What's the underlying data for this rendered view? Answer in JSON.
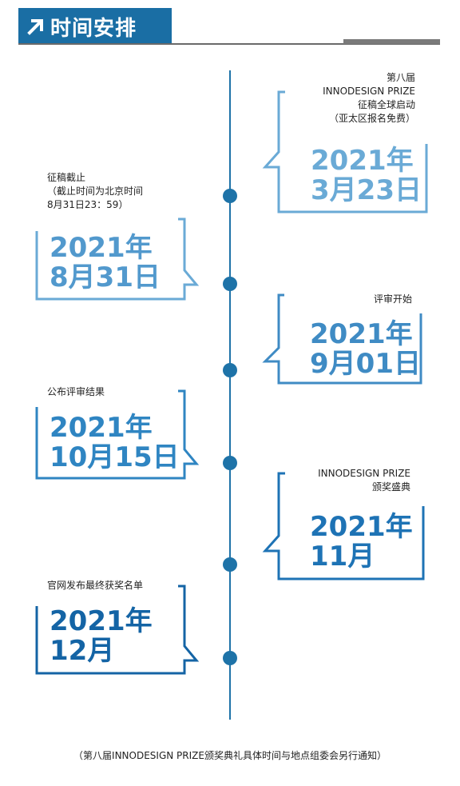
{
  "header": {
    "title": "时间安排",
    "icon": "arrow-up-right-icon"
  },
  "colors": {
    "header_bg": "#1a6ea4",
    "timeline": "#1e73a8",
    "light_blue": "#6aaad6",
    "mid_blue": "#2f85c2",
    "dark_blue": "#1464a5"
  },
  "events": [
    {
      "caption": [
        "第八届",
        "INNODESIGN PRIZE",
        "征稿全球启动",
        "（亚太区报名免费）"
      ],
      "year": "2021年",
      "date": "3月23日"
    },
    {
      "caption": [
        "征稿截止",
        "（截止时间为北京时间",
        "8月31日23：59）"
      ],
      "year": "2021年",
      "date": "8月31日"
    },
    {
      "caption": [
        "评审开始"
      ],
      "year": "2021年",
      "date": "9月01日"
    },
    {
      "caption": [
        "公布评审结果"
      ],
      "year": "2021年",
      "date": "10月15日"
    },
    {
      "caption": [
        "INNODESIGN PRIZE",
        "颁奖盛典"
      ],
      "year": "2021年",
      "date": "11月"
    },
    {
      "caption": [
        "官网发布最终获奖名单"
      ],
      "year": "2021年",
      "date": "12月"
    }
  ],
  "footer": "（第八届INNODESIGN PRIZE颁奖典礼具体时间与地点组委会另行通知）"
}
